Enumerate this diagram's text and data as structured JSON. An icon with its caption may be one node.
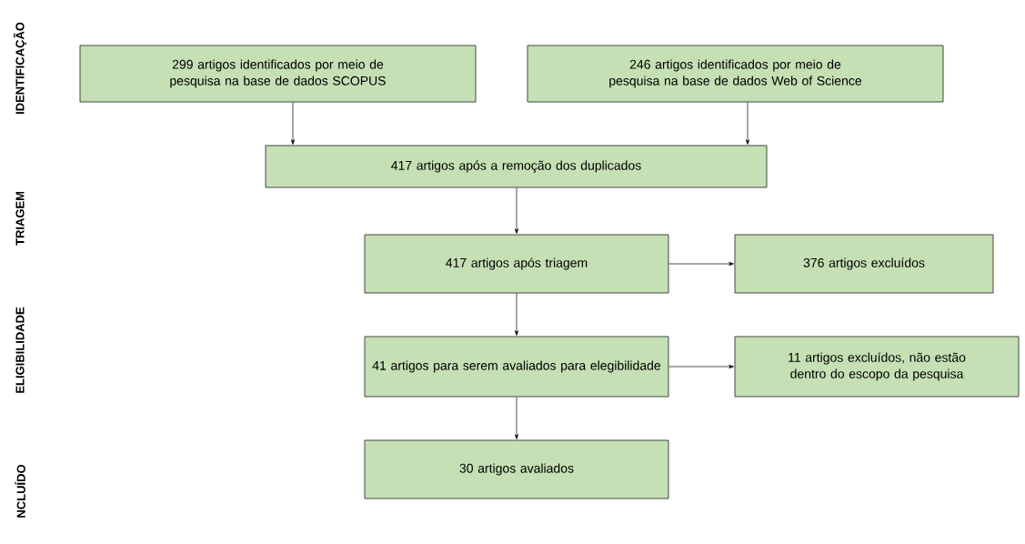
{
  "diagram": {
    "nodes": [
      {
        "text": [
          "299 artigos identificados por meio de pesquisa na base de dados SCOPUS"
        ]
      },
      {
        "text": [
          "246 artigos identificados por meio de pesquisa na base de dados Web of Science"
        ]
      },
      {
        "text": [
          "417 artigos após a remoção dos duplicados"
        ]
      },
      {
        "text": [
          "417 artigos após triagem"
        ]
      },
      {
        "text": [
          "376 artigos excluídos"
        ]
      },
      {
        "text": [
          "41 artigos para serem avaliados para elegibilidade"
        ]
      },
      {
        "text": [
          "11 artigos excluídos, não estão dentro do escopo da pesquisa"
        ]
      },
      {
        "text": [
          "30 artigos avaliados"
        ]
      }
    ],
    "edges": [
      {
        "from": 0,
        "to": 2,
        "arrow": "to"
      },
      {
        "from": 1,
        "to": 2,
        "arrow": "to"
      },
      {
        "from": 2,
        "to": 3,
        "arrow": "to"
      },
      {
        "from": 3,
        "to": 4,
        "arrow": "to"
      },
      {
        "from": 3,
        "to": 5,
        "arrow": "to"
      },
      {
        "from": 5,
        "to": 6,
        "arrow": "to"
      },
      {
        "from": 5,
        "to": 7,
        "arrow": "to"
      }
    ],
    "labels": [
      "IDENTIFICAÇÃO",
      "TRIAGEM",
      "ELIGIBILIDADE",
      "NCLUÍDO"
    ]
  }
}
